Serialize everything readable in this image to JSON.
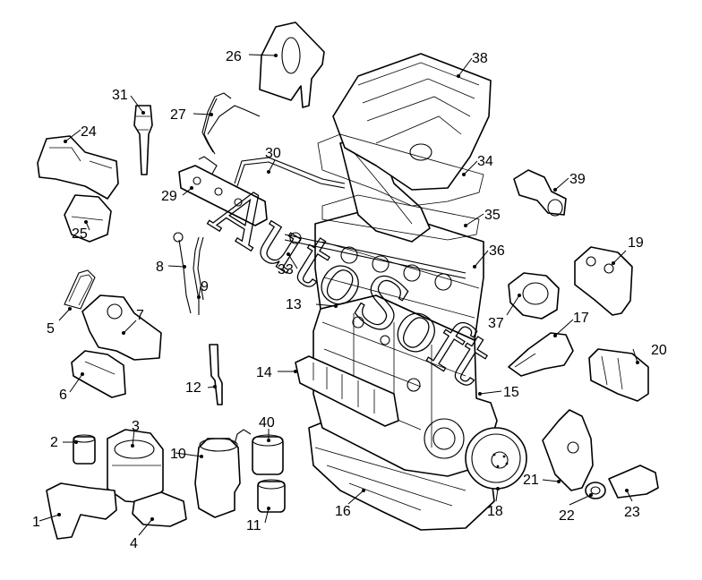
{
  "diagram": {
    "watermark": "AutoSoft",
    "callouts": [
      "1",
      "2",
      "3",
      "4",
      "5",
      "6",
      "7",
      "8",
      "9",
      "10",
      "11",
      "12",
      "13",
      "14",
      "15",
      "16",
      "17",
      "18",
      "19",
      "20",
      "21",
      "22",
      "23",
      "24",
      "25",
      "26",
      "27",
      "29",
      "30",
      "31",
      "33",
      "34",
      "35",
      "36",
      "37",
      "38",
      "39",
      "40"
    ]
  }
}
